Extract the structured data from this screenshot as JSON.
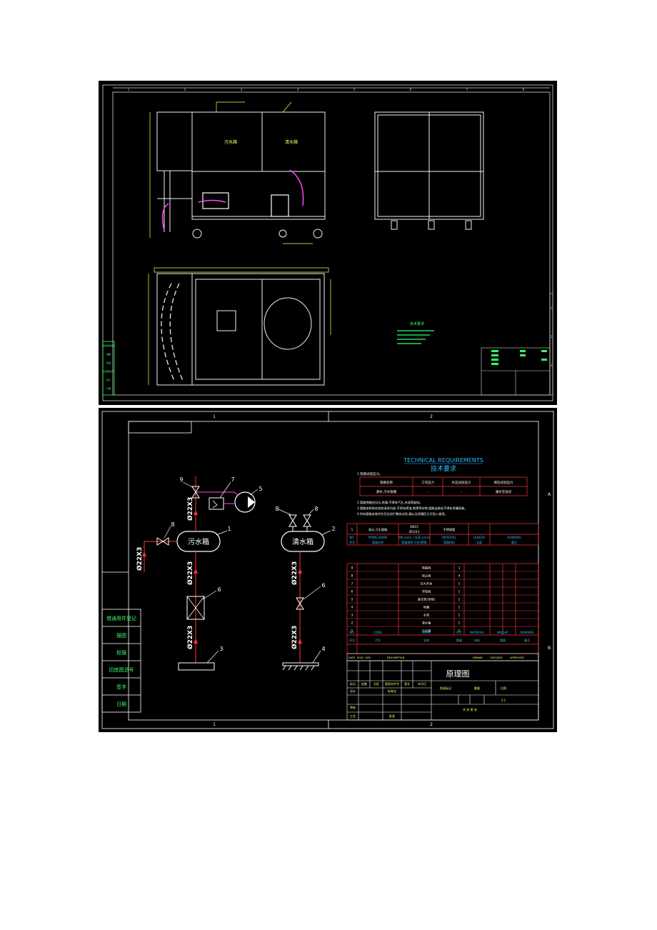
{
  "sheet1": {
    "top_zones": [
      "1",
      "2",
      "3",
      "4",
      "5",
      "6",
      "7",
      "8"
    ],
    "side_zones": [
      "1",
      "2",
      "3"
    ],
    "tank_labels": [
      "污水箱",
      "清水箱"
    ],
    "tech_req_title": "技术要求",
    "sidebar_items": [
      "借通用件登记",
      "描图",
      "校描",
      "旧底图总号",
      "签字",
      "日期"
    ]
  },
  "sheet2": {
    "top_zones": [
      "1",
      "2"
    ],
    "side_zones": [
      "A",
      "B"
    ],
    "tech_req": {
      "title_en": "TECHNICAL REQUIREMENTS",
      "title_cn": "技术要求",
      "intro": "1.管路试验压力。"
    },
    "pressure_table": {
      "headers": [
        "管路名称",
        "工作压力",
        "水压试验压力",
        "保压试验压力"
      ],
      "row": [
        "清水,污水管路",
        "-",
        "-",
        "满水至溢流"
      ]
    },
    "notes": [
      "2.管路焊缝应均匀,饱满,不得有气孔,夹渣等缺陷。",
      "3.管路安装前应彻底清洗内部,不得有焊渣,铁锈等杂物,管路连接处不得有渗漏现象。",
      "4.所有管路安装完毕后应进行整体试验,确认无渗漏后方可投入使用。"
    ],
    "tank_dirty": "污水箱",
    "tank_clean": "清水箱",
    "pipe_label": "Ø22X3",
    "balloons": {
      "b9": "9",
      "b7": "7",
      "b5": "5",
      "b8a": "8",
      "b8b": "8",
      "b8c": "8",
      "b1": "1",
      "b2": "2",
      "b6a": "6",
      "b6b": "6",
      "b3": "3",
      "b4": "4"
    },
    "pipe_table": {
      "row": [
        "1",
        "清水,污水管路",
        "DN15",
        "Ø22X3",
        "不锈钢管"
      ],
      "head_en": [
        "NO.",
        "PIPING NAME",
        "DN (mm) / SIZE (mm)",
        "MATERIAL",
        "LENGTH",
        "REMARKS"
      ],
      "head_cn": [
        "序号",
        "管路名称",
        "管路规格 外径x壁厚",
        "管路材料",
        "长度",
        "备注"
      ]
    },
    "parts": [
      [
        "9",
        "电磁阀",
        "1"
      ],
      [
        "8",
        "球止阀",
        "4"
      ],
      [
        "7",
        "压力开关",
        "1"
      ],
      [
        "6",
        "浮球阀",
        "1"
      ],
      [
        "5",
        "真空泵(单相)",
        "1"
      ],
      [
        "4",
        "地漏",
        "1"
      ],
      [
        "3",
        "水泵",
        "1"
      ],
      [
        "2",
        "清水箱",
        "1"
      ],
      [
        "1",
        "污水箱",
        "1"
      ]
    ],
    "parts_head_en": [
      "NO.",
      "CODE",
      "NAME",
      "QTY",
      "MATERIAL",
      "WEIGHT",
      "REMARKS"
    ],
    "parts_head_cn": [
      "序号",
      "代号",
      "名称",
      "数量",
      "材料",
      "重量",
      "备注"
    ],
    "revision_labels": [
      "DATE",
      "SIGN",
      "REV",
      "DESCRIPTION",
      "DRAWN",
      "CHECKED",
      "APPROVED"
    ],
    "drawing_title": "原理图",
    "title_block": {
      "r1": [
        "标记",
        "处数",
        "分区",
        "更改文件号",
        "签名",
        "年月日"
      ],
      "design": "设计",
      "standard": "标准化",
      "review": "审核",
      "process": "工艺",
      "approve": "批准",
      "stage": "阶段标记",
      "weight": "重量",
      "scale": "比例",
      "scale_val": "1:1",
      "sheets": "共 张 第 张"
    },
    "sidebar_items": [
      "借通用件登记",
      "描图",
      "校描",
      "旧底图总号",
      "签字",
      "日期"
    ]
  }
}
